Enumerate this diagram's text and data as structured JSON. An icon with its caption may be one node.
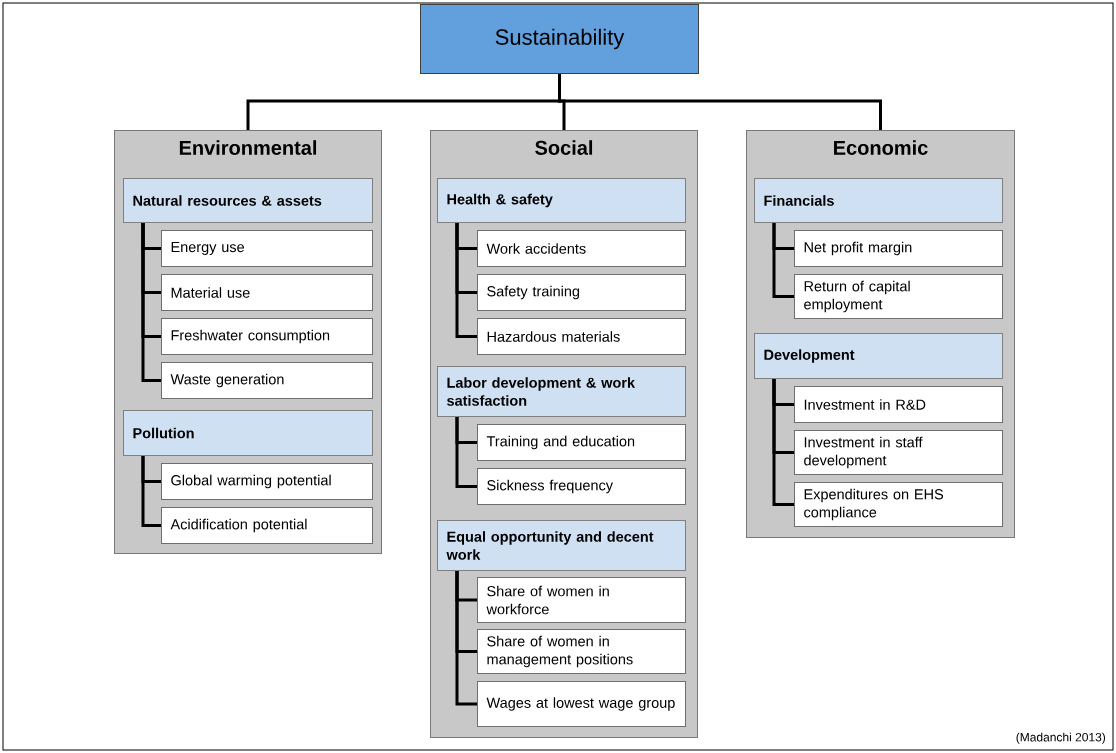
{
  "diagram": {
    "nodes": [
      {
        "text": [
          "Sustainability"
        ]
      },
      {
        "text": [
          "Environmental"
        ]
      },
      {
        "text": [
          "Natural resources & assets"
        ],
        "in": 1
      },
      {
        "text": [
          "Energy use"
        ],
        "in": 1
      },
      {
        "text": [
          "Material use"
        ],
        "in": 1
      },
      {
        "text": [
          "Freshwater consumption"
        ],
        "in": 1
      },
      {
        "text": [
          "Waste generation"
        ],
        "in": 1
      },
      {
        "text": [
          "Pollution"
        ],
        "in": 1
      },
      {
        "text": [
          "Global warming potential"
        ],
        "in": 1
      },
      {
        "text": [
          "Acidification potential"
        ],
        "in": 1
      },
      {
        "text": [
          "Social"
        ]
      },
      {
        "text": [
          "Health & safety"
        ],
        "in": 10
      },
      {
        "text": [
          "Work accidents"
        ],
        "in": 10
      },
      {
        "text": [
          "Safety training"
        ],
        "in": 10
      },
      {
        "text": [
          "Hazardous materials"
        ],
        "in": 10
      },
      {
        "text": [
          "Labor development & work satisfaction"
        ],
        "in": 10
      },
      {
        "text": [
          "Training and education"
        ],
        "in": 10
      },
      {
        "text": [
          "Sickness frequency"
        ],
        "in": 10
      },
      {
        "text": [
          "Equal opportunity and decent work"
        ],
        "in": 10
      },
      {
        "text": [
          "Share of women in workforce"
        ],
        "in": 10
      },
      {
        "text": [
          "Share of women in management positions"
        ],
        "in": 10
      },
      {
        "text": [
          "Wages at lowest wage group"
        ],
        "in": 10
      },
      {
        "text": [
          "Economic"
        ]
      },
      {
        "text": [
          "Financials"
        ],
        "in": 22
      },
      {
        "text": [
          "Net profit margin"
        ],
        "in": 22
      },
      {
        "text": [
          "Return of capital employment"
        ],
        "in": 22
      },
      {
        "text": [
          "Development"
        ],
        "in": 22
      },
      {
        "text": [
          "Investment in R&D"
        ],
        "in": 22
      },
      {
        "text": [
          "Investment in staff development"
        ],
        "in": 22
      },
      {
        "text": [
          "Expenditures on EHS compliance"
        ],
        "in": 22
      }
    ],
    "edges": [
      {
        "from": 0,
        "to": 1,
        "arrow": "none"
      },
      {
        "from": 0,
        "to": 10,
        "arrow": "none"
      },
      {
        "from": 0,
        "to": 22,
        "arrow": "none"
      },
      {
        "from": 2,
        "to": 3,
        "arrow": "none"
      },
      {
        "from": 2,
        "to": 4,
        "arrow": "none"
      },
      {
        "from": 2,
        "to": 5,
        "arrow": "none"
      },
      {
        "from": 2,
        "to": 6,
        "arrow": "none"
      },
      {
        "from": 7,
        "to": 8,
        "arrow": "none"
      },
      {
        "from": 7,
        "to": 9,
        "arrow": "none"
      },
      {
        "from": 11,
        "to": 12,
        "arrow": "none"
      },
      {
        "from": 11,
        "to": 13,
        "arrow": "none"
      },
      {
        "from": 11,
        "to": 14,
        "arrow": "none"
      },
      {
        "from": 15,
        "to": 16,
        "arrow": "none"
      },
      {
        "from": 15,
        "to": 17,
        "arrow": "none"
      },
      {
        "from": 18,
        "to": 19,
        "arrow": "none"
      },
      {
        "from": 18,
        "to": 20,
        "arrow": "none"
      },
      {
        "from": 18,
        "to": 21,
        "arrow": "none"
      },
      {
        "from": 23,
        "to": 24,
        "arrow": "none"
      },
      {
        "from": 23,
        "to": 25,
        "arrow": "none"
      },
      {
        "from": 26,
        "to": 27,
        "arrow": "none"
      },
      {
        "from": 26,
        "to": 28,
        "arrow": "none"
      },
      {
        "from": 26,
        "to": 29,
        "arrow": "none"
      }
    ],
    "labels": [
      "(Madanchi 2013)"
    ]
  }
}
